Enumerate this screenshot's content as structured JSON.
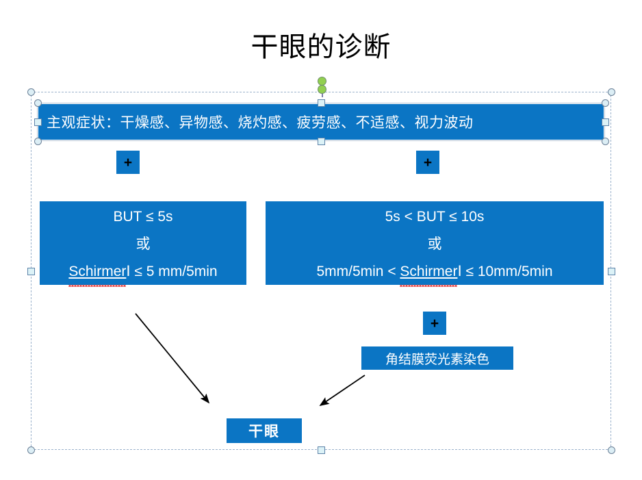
{
  "slide": {
    "title": "干眼的诊断",
    "background_color": "#ffffff",
    "accent_color": "#0b75c4",
    "text_color": "#ffffff",
    "selection_color": "#9bb2cc"
  },
  "symptoms_bar": {
    "text": "主观症状：干燥感、异物感、烧灼感、疲劳感、不适感、视力波动"
  },
  "connectors": {
    "plus_left": "+",
    "plus_right": "+",
    "plus_stain": "+"
  },
  "criteria_left": {
    "line1": "BUT ≤ 5s",
    "line2": "或",
    "line3_word": "Schirmer",
    "line3_rest": "Ⅰ ≤ 5 mm/5min"
  },
  "criteria_right": {
    "line1": "5s < BUT ≤ 10s",
    "line2": "或",
    "line3_prefix": "5mm/5min < ",
    "line3_word": "Schirmer",
    "line3_rest": "Ⅰ ≤ 10mm/5min"
  },
  "staining": {
    "text": "角结膜荧光素染色"
  },
  "result": {
    "text": "干眼"
  },
  "handles": {
    "rotate": "rotate-handle",
    "corner": "resize-handle",
    "edge": "resize-handle"
  }
}
